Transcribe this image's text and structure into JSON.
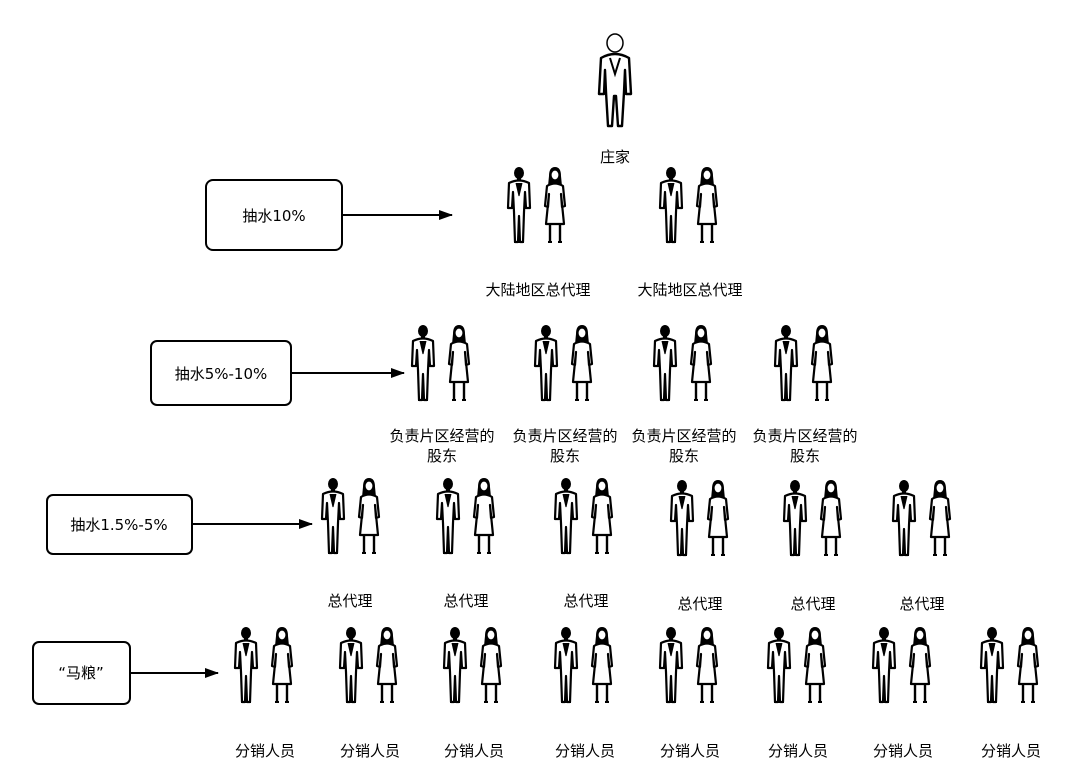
{
  "top": {
    "label": "庄家"
  },
  "levels": [
    {
      "rate": "抽水10%",
      "members": [
        "大陆地区总代理",
        "大陆地区总代理"
      ]
    },
    {
      "rate": "抽水5%-10%",
      "members": [
        [
          "负责片区经营的",
          "股东"
        ],
        [
          "负责片区经营的",
          "股东"
        ],
        [
          "负责片区经营的",
          "股东"
        ],
        [
          "负责片区经营的",
          "股东"
        ]
      ]
    },
    {
      "rate": "抽水1.5%-5%",
      "members": [
        "总代理",
        "总代理",
        "总代理",
        "总代理",
        "总代理",
        "总代理"
      ]
    },
    {
      "rate": "“马粮”",
      "members": [
        "分销人员",
        "分销人员",
        "分销人员",
        "分销人员",
        "分销人员",
        "分销人员",
        "分销人员",
        "分销人员"
      ]
    }
  ]
}
